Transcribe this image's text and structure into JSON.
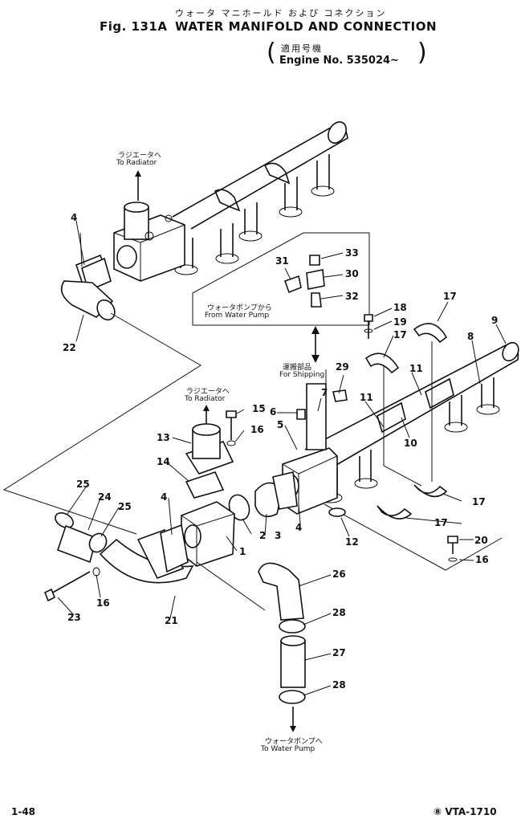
{
  "title": {
    "jp": "ウォータ マニホールド および コネクション",
    "fig": "Fig. 131A",
    "en": "WATER MANIFOLD AND CONNECTION",
    "applic_jp": "適用号機",
    "applic_en": "Engine No. 535024~"
  },
  "callouts": {
    "to_radiator_jp_1": "ラジエータへ",
    "to_radiator_en_1": "To Radiator",
    "from_pump_jp": "ウォータポンプから",
    "from_pump_en": "From Water Pump",
    "shipping_jp": "運搬部品",
    "shipping_en": "For Shipping",
    "to_radiator_jp_2": "ラジエータへ",
    "to_radiator_en_2": "To Radiator",
    "to_pump_jp": "ウォータポンプへ",
    "to_pump_en": "To Water Pump"
  },
  "parts": [
    "1",
    "2",
    "3",
    "4",
    "4",
    "4",
    "5",
    "6",
    "7",
    "8",
    "9",
    "10",
    "11",
    "11",
    "12",
    "13",
    "14",
    "15",
    "16",
    "16",
    "16",
    "17",
    "17",
    "17",
    "17",
    "18",
    "19",
    "20",
    "21",
    "22",
    "23",
    "24",
    "25",
    "25",
    "26",
    "27",
    "28",
    "28",
    "29",
    "30",
    "31",
    "32",
    "33"
  ],
  "footer": {
    "page": "1-48",
    "code": "⑧ VTA-1710"
  }
}
